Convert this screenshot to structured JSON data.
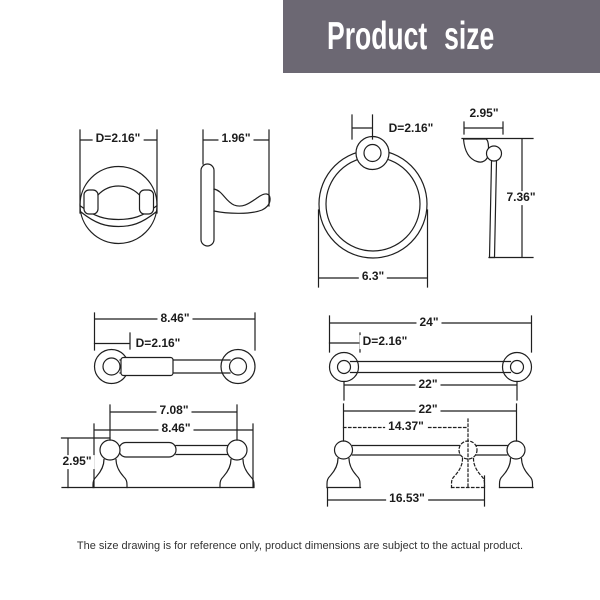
{
  "banner": {
    "title": "Product size"
  },
  "drawings": {
    "robe_hook_front": {
      "diameter": "D=2.16\""
    },
    "robe_hook_side": {
      "depth": "1.96\""
    },
    "towel_ring_front": {
      "mount_diameter": "D=2.16\"",
      "width": "6.3\""
    },
    "towel_ring_side": {
      "depth": "2.95\"",
      "height": "7.36\""
    },
    "towel_bar_short": {
      "overall": "8.46\"",
      "post_diameter": "D=2.16\""
    },
    "towel_bar_long": {
      "overall": "24\"",
      "post_diameter": "D=2.16\"",
      "center_to_center": "22\""
    },
    "toilet_paper_holder": {
      "center_to_center": "7.08\"",
      "overall": "8.46\"",
      "post_height": "2.95\""
    },
    "double_post_bar": {
      "center_to_center": "22\"",
      "mid_post_spacing": "14.37\"",
      "base_spacing": "16.53\""
    }
  },
  "footer": {
    "note": "The size drawing is for reference only, product dimensions are subject to the actual product."
  },
  "colors": {
    "banner_bg": "#6c6873",
    "line": "#1f1f1f"
  }
}
